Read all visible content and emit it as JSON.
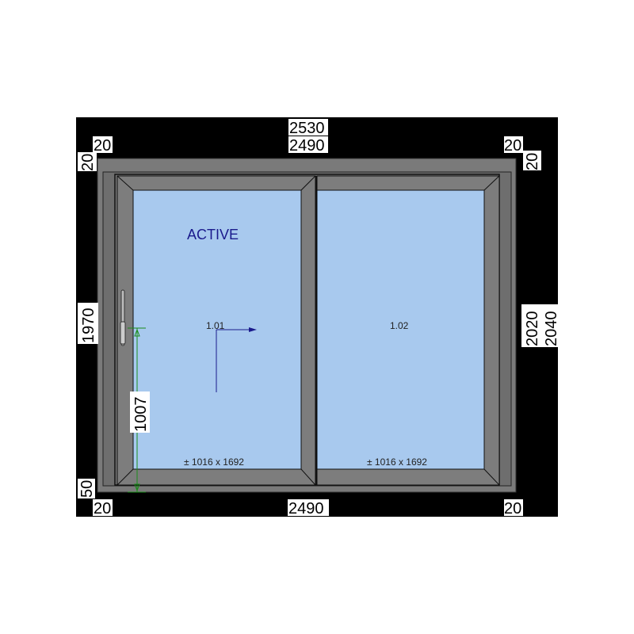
{
  "dimensions": {
    "overall_width": "2530",
    "frame_width_top": "2490",
    "frame_width_bottom": "2490",
    "top_left_offset_h": "20",
    "top_left_offset_v": "20",
    "top_right_offset_h": "20",
    "top_right_offset_v": "20",
    "left_height": "1970",
    "right_height_inner": "2020",
    "right_height_outer": "2040",
    "handle_height": "1007",
    "bottom_left_offset_v": "50",
    "bottom_left_offset_h": "20",
    "bottom_right_offset_h": "20"
  },
  "panels": [
    {
      "id": "1.01",
      "status": "ACTIVE",
      "size": "± 1016 x 1692"
    },
    {
      "id": "1.02",
      "size": "± 1016 x 1692"
    }
  ],
  "colors": {
    "background": "#000000",
    "frame": "#7a7a7a",
    "glass": "#a8c9ee",
    "annotation": "#1a1a8c",
    "dimension_line": "#1a8c1a"
  }
}
